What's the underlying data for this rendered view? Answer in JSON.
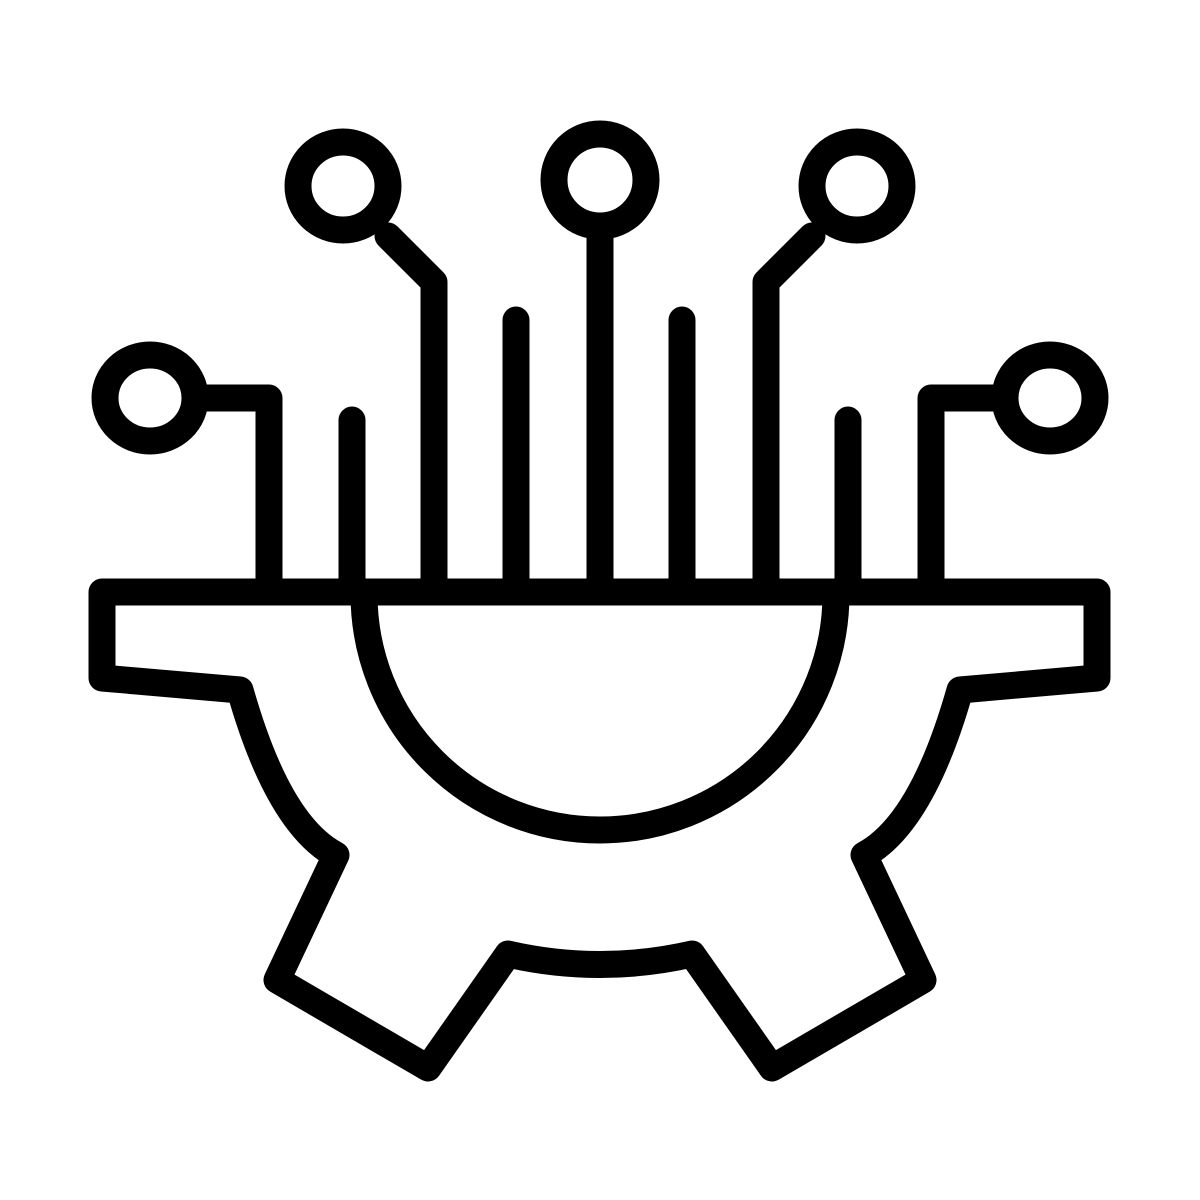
{
  "icon": {
    "name": "gear-circuit-icon",
    "components": [
      "half-gear-outline",
      "gear-hub-arc",
      "circuit-traces",
      "circuit-node-terminals"
    ],
    "stroke_color": "#000000",
    "background_color": "#ffffff"
  }
}
